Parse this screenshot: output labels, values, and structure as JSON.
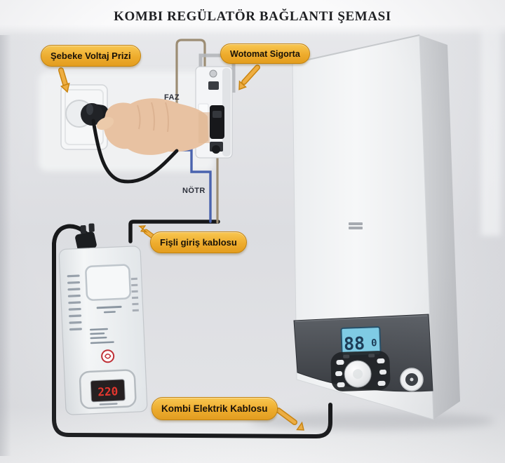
{
  "title": "KOMBI REGÜLATÖR BAĞLANTI ŞEMASI",
  "callouts": {
    "socket": "Şebeke Voltaj Prizi",
    "fuse": "Wotomat Sigorta",
    "input_cable": "Fişli giriş kablosu",
    "boiler_cable": "Kombi Elektrik Kablosu"
  },
  "wires": {
    "phase_label": "FAZ",
    "neutral_label": "NÖTR"
  },
  "boiler": {
    "lcd_value": "88",
    "lcd_secondary": "0"
  },
  "regulator": {
    "display_value": "220"
  },
  "colors": {
    "callout_fill": "#eeac2d",
    "callout_border": "#c4830d",
    "arrow": "#eeae42",
    "phase_wire": "#9c8d74",
    "neutral_wire": "#4a63ae",
    "cable_black": "#17181a",
    "boiler_lcd_bg": "#7fcbe4",
    "regulator_digits": "#e8352c"
  }
}
